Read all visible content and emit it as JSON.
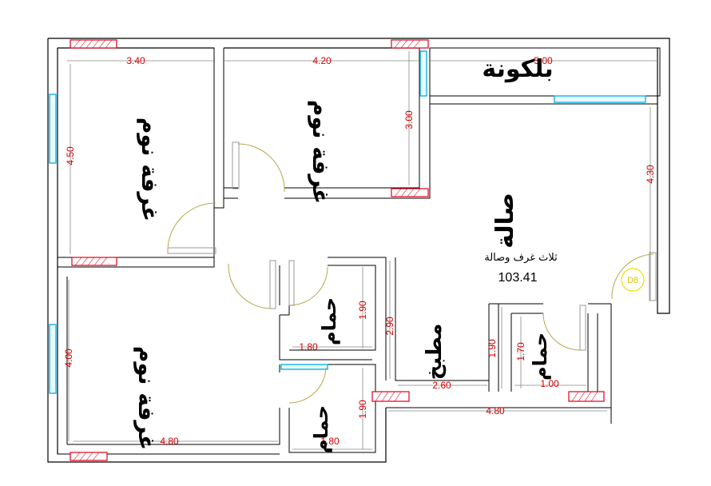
{
  "rooms": {
    "bedroom_top_left": "غرفة نوم",
    "bedroom_top_middle": "غرفة نوم",
    "bedroom_bottom_left": "غرفة نوم",
    "balcony": "بلكونة",
    "living_hall": "صالة",
    "bath_center": "حمام",
    "bath_bottom": "حمام",
    "bath_right": "حمام",
    "kitchen": "مطبخ"
  },
  "plan_note": "ثلاث غرف وصالة",
  "plan_area": "103.41",
  "door_tag": "D8",
  "dimensions": {
    "top_left_width": "3.40",
    "top_mid_width": "4.20",
    "balcony_width": "5.00",
    "left_height": "4.50",
    "mid_height": "3.00",
    "right_height": "4.30",
    "bottom_left_height": "4.00",
    "bottom_width": "4.80",
    "bath_center_height": "1.90",
    "bath_center_width": "1.80",
    "kitchen_height": "2.90",
    "kitchen_width": "2.60",
    "bath_bottom_height": "1.90",
    "bath_bottom_width": "1.80",
    "bath_right_inner_height": "1.90",
    "bath_right_height": "1.70",
    "bath_right_width": "1.00",
    "bottom_right_width": "4.80"
  },
  "colors": {
    "wall": "#000000",
    "dimension": "#d40000",
    "window": "#00aee8",
    "door": "#b8a64a",
    "door_tag": "#f0e000"
  }
}
